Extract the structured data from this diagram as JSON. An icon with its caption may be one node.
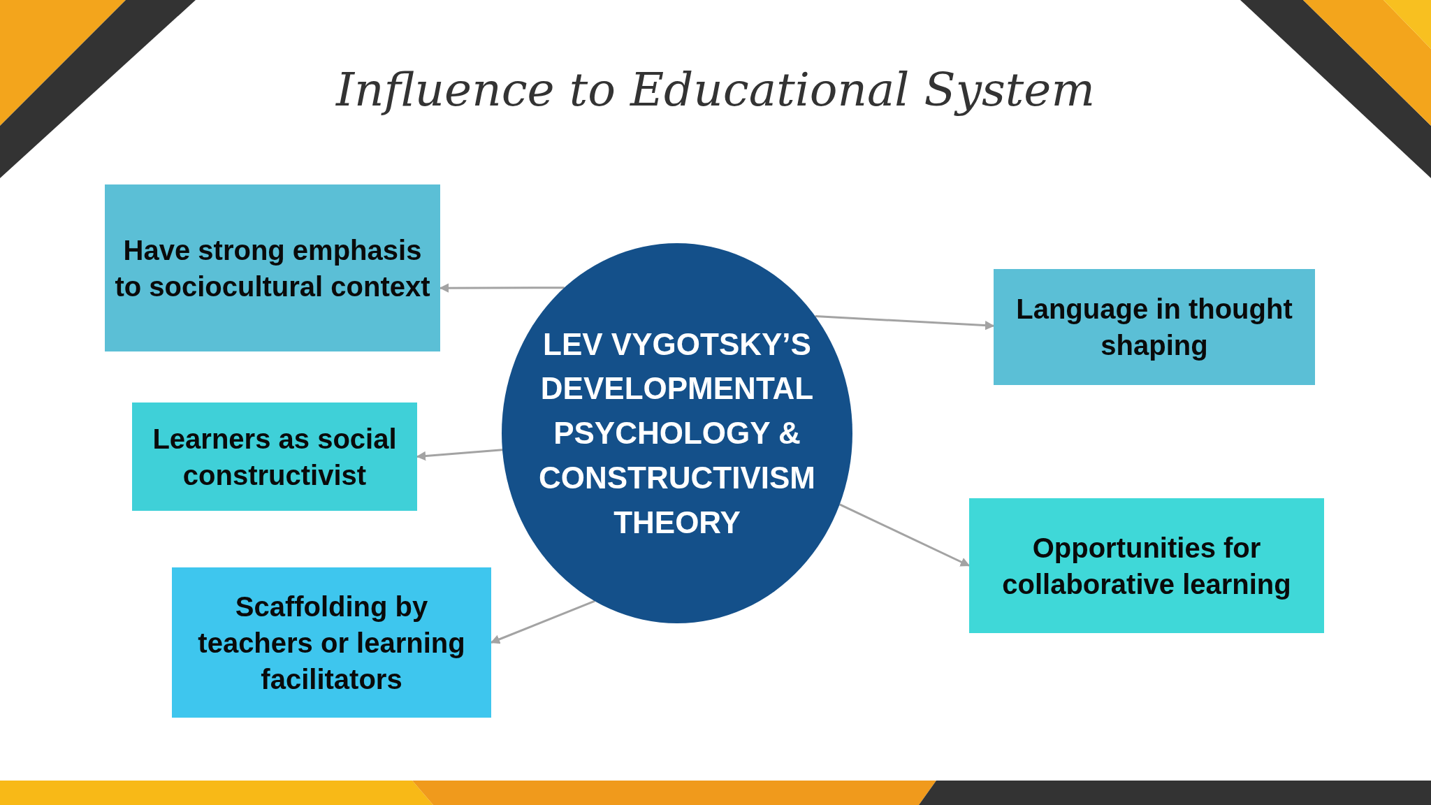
{
  "diagram": {
    "title": "Influence to Educational System",
    "nodes": [
      {
        "text": [
          "Have strong emphasis to sociocultural context"
        ]
      },
      {
        "text": [
          "LEV VYGOTSKY’S DEVELOPMENTAL PSYCHOLOGY & CONSTRUCTIVISM THEORY"
        ]
      },
      {
        "text": [
          "Language in thought shaping"
        ]
      },
      {
        "text": [
          "Learners as social constructivist"
        ]
      },
      {
        "text": [
          "Opportunities for collaborative learning"
        ]
      },
      {
        "text": [
          "Scaffolding by teachers or learning facilitators"
        ]
      }
    ],
    "edges": [
      {
        "from": 1,
        "to": 0,
        "arrow": "to"
      },
      {
        "from": 1,
        "to": 2,
        "arrow": "to"
      },
      {
        "from": 1,
        "to": 3,
        "arrow": "to"
      },
      {
        "from": 1,
        "to": 4,
        "arrow": "to"
      },
      {
        "from": 1,
        "to": 5,
        "arrow": "to"
      }
    ]
  }
}
